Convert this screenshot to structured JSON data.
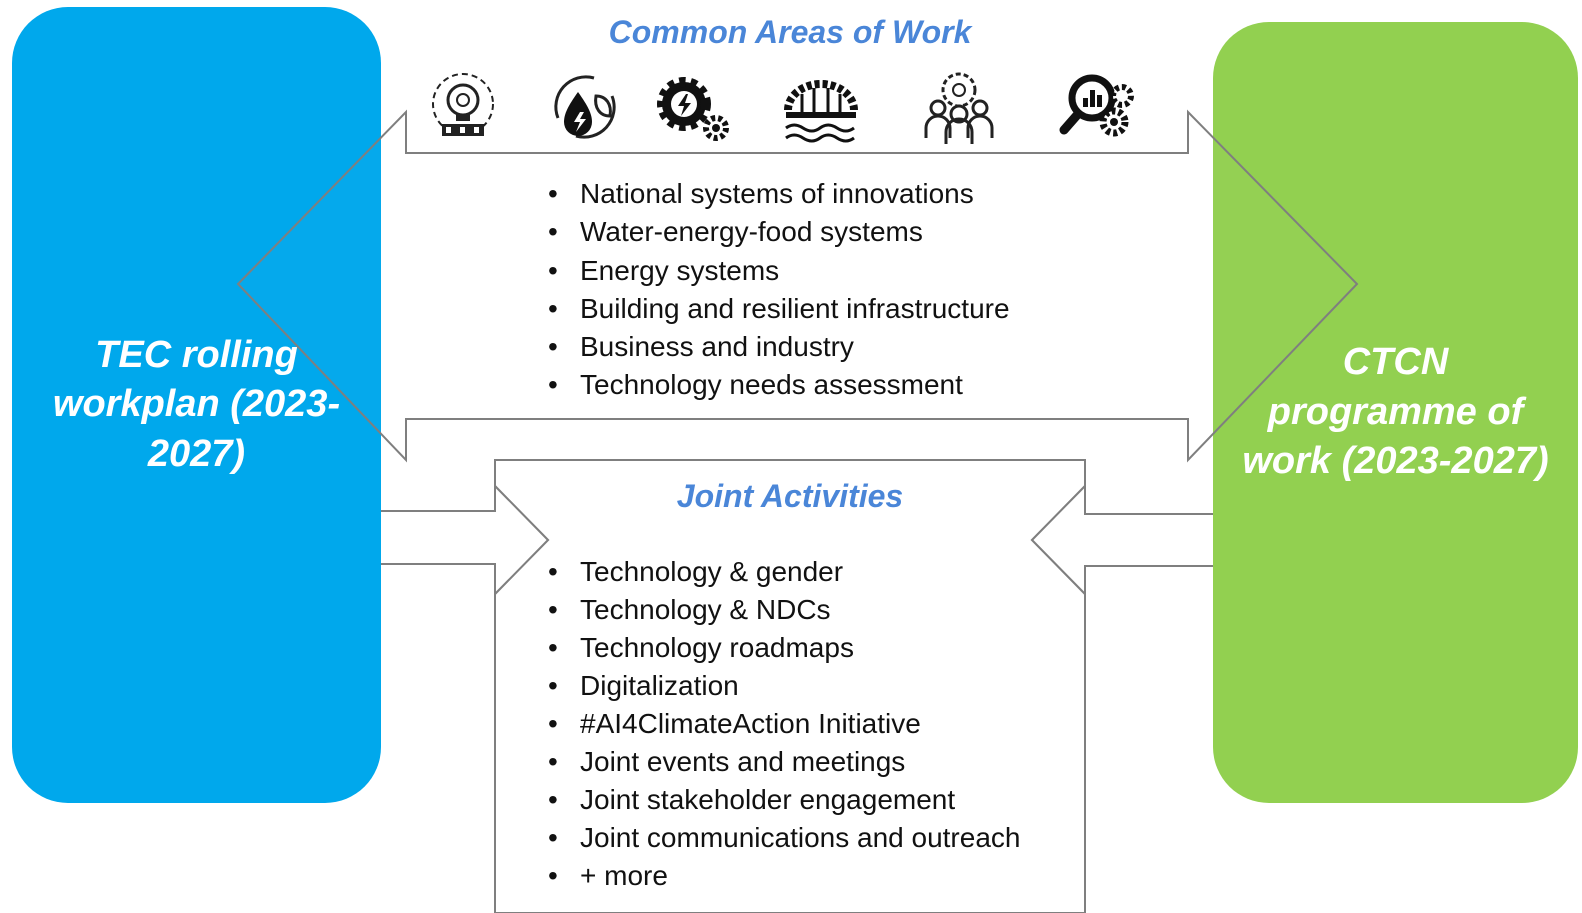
{
  "left_panel": {
    "label": "TEC rolling workplan (2023-2027)",
    "color": "#00a8ec"
  },
  "right_panel": {
    "label": "CTCN programme of work (2023-2027)",
    "color": "#92d050"
  },
  "common_areas": {
    "title": "Common Areas of Work",
    "icons": [
      "innovation-lightbulb-icon",
      "water-energy-food-cycle-icon",
      "energy-gears-icon",
      "bridge-infrastructure-icon",
      "business-people-icon",
      "assessment-magnifier-icon"
    ],
    "items": [
      "National systems of innovations",
      "Water-energy-food systems",
      "Energy systems",
      "Building and resilient infrastructure",
      "Business and industry",
      "Technology needs assessment"
    ]
  },
  "joint_activities": {
    "title": "Joint Activities",
    "items": [
      "Technology & gender",
      "Technology & NDCs",
      "Technology roadmaps",
      "Digitalization",
      "#AI4ClimateAction Initiative",
      "Joint events and meetings",
      "Joint stakeholder engagement",
      "Joint communications and outreach",
      "+ more"
    ]
  },
  "colors": {
    "heading": "#4a86d8",
    "outline": "#7f7f7f",
    "text": "#111111"
  }
}
